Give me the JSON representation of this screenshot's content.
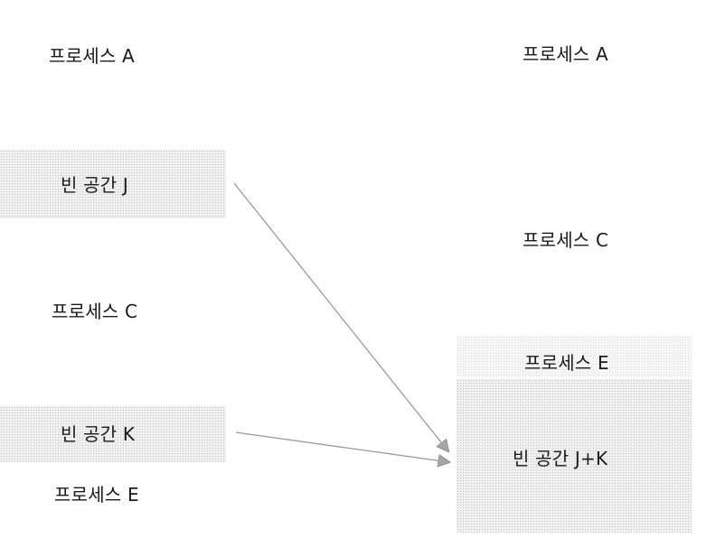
{
  "left_column": {
    "process_a": "프로세스 A",
    "free_j": "빈 공간 J",
    "process_c": "프로세스 C",
    "free_k": "빈 공간 K",
    "process_e": "프로세스 E"
  },
  "right_column": {
    "process_a": "프로세스 A",
    "process_c": "프로세스 C",
    "process_e": "프로세스 E",
    "free_jk": "빈 공간 J+K"
  },
  "colors": {
    "arrow": "#9a9a9a",
    "free_space": "#f3f3f3",
    "text": "#1a1a1a"
  }
}
